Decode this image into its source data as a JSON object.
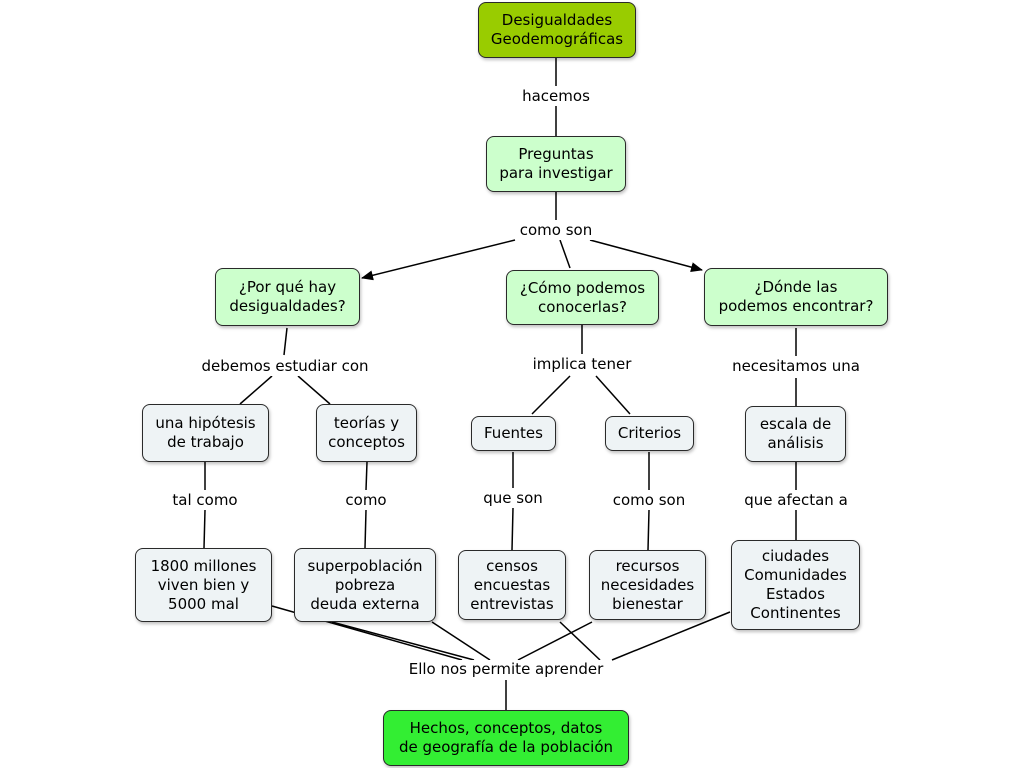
{
  "nodes": {
    "root": "Desigualdades\nGeodemográficas",
    "preguntas": "Preguntas\npara investigar",
    "porque": "¿Por qué hay\ndesigualdades?",
    "como": "¿Cómo podemos\nconocerlas?",
    "donde": "¿Dónde las\npodemos encontrar?",
    "hipotesis": "una hipótesis\nde trabajo",
    "teorias": "teorías y\nconceptos",
    "fuentes": "Fuentes",
    "criterios": "Criterios",
    "escala": "escala de\nanálisis",
    "millones": "1800 millones\nviven bien y\n5000 mal",
    "superpoblacion": "superpoblación\npobreza\ndeuda externa",
    "censos": "censos\nencuestas\nentrevistas",
    "recursos": "recursos\nnecesidades\nbienestar",
    "ciudades": "ciudades\nComunidades\nEstados\nContinentes",
    "hechos": "Hechos, conceptos, datos\nde geografía de la población"
  },
  "links": {
    "hacemos": "hacemos",
    "como_son": "como son",
    "debemos": "debemos estudiar con",
    "implica": "implica tener",
    "necesitamos": "necesitamos una",
    "tal_como": "tal como",
    "como": "como",
    "que_son": "que son",
    "como_son2": "como son",
    "que_afectan": "que afectan a",
    "ello": "Ello nos permite aprender"
  }
}
